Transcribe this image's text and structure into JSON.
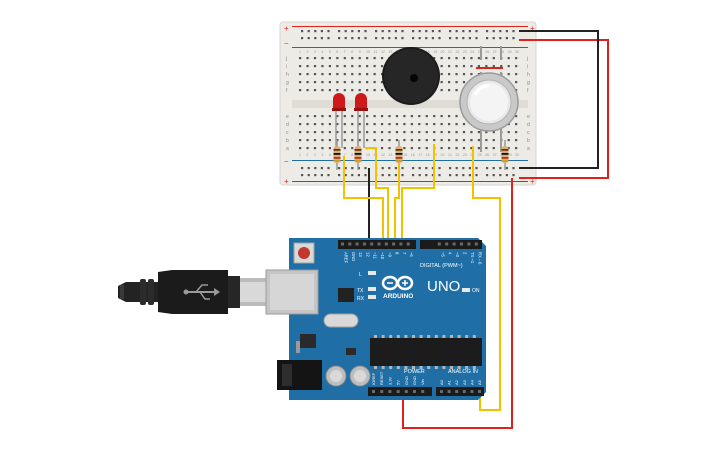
{
  "breadboard": {
    "row_letters_top": [
      "a",
      "b",
      "c",
      "d",
      "e"
    ],
    "row_letters_bottom": [
      "f",
      "g",
      "h",
      "i",
      "j"
    ],
    "column_numbers": [
      "1",
      "2",
      "3",
      "4",
      "5",
      "6",
      "7",
      "8",
      "9",
      "10",
      "11",
      "12",
      "13",
      "14",
      "15",
      "16",
      "17",
      "18",
      "19",
      "20",
      "21",
      "22",
      "23",
      "24",
      "25",
      "26",
      "27",
      "28",
      "29",
      "30"
    ],
    "rail_plus": "+",
    "rail_minus": "−"
  },
  "arduino": {
    "brand": "ARDUINO",
    "model": "UNO",
    "digital_label": "DIGITAL (PWM~)",
    "power_label": "POWER",
    "analog_label": "ANALOG IN",
    "on_label": "ON",
    "tx_label": "TX",
    "rx_label": "RX",
    "l_label": "L",
    "top_pins": [
      "AREF",
      "GND",
      "13",
      "12",
      "~11",
      "~10",
      "~9",
      "8",
      "7",
      "~6",
      "~5",
      "4",
      "~3",
      "2",
      "TX➝1",
      "RX←0"
    ],
    "power_pins": [
      "IOREF",
      "RESET",
      "3.3V",
      "5V",
      "GND",
      "GND",
      "Vin"
    ],
    "analog_pins": [
      "A0",
      "A1",
      "A2",
      "A3",
      "A4",
      "A5"
    ]
  },
  "colors": {
    "wire_red": "#e0201b",
    "wire_black": "#222222",
    "wire_yellow": "#f2c200",
    "board_blue": "#1f6fa6",
    "breadboard_bg": "#ecebe6"
  }
}
